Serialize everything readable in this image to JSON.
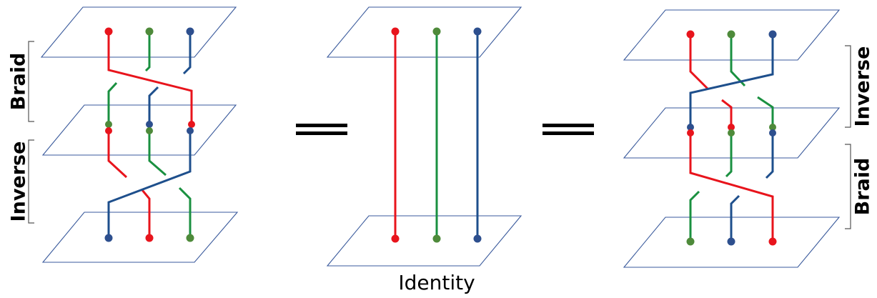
{
  "labels": {
    "left_top": "Braid",
    "left_bottom": "Inverse",
    "right_top": "Inverse",
    "right_bottom": "Braid",
    "identity": "Identity"
  },
  "colors": {
    "red": "#e8141c",
    "green": "#1a9040",
    "blue": "#1e4f8c",
    "dot_green": "#4e8a3a",
    "dot_blue": "#2d4f8e",
    "plane_stroke": "#3a5a9c"
  }
}
